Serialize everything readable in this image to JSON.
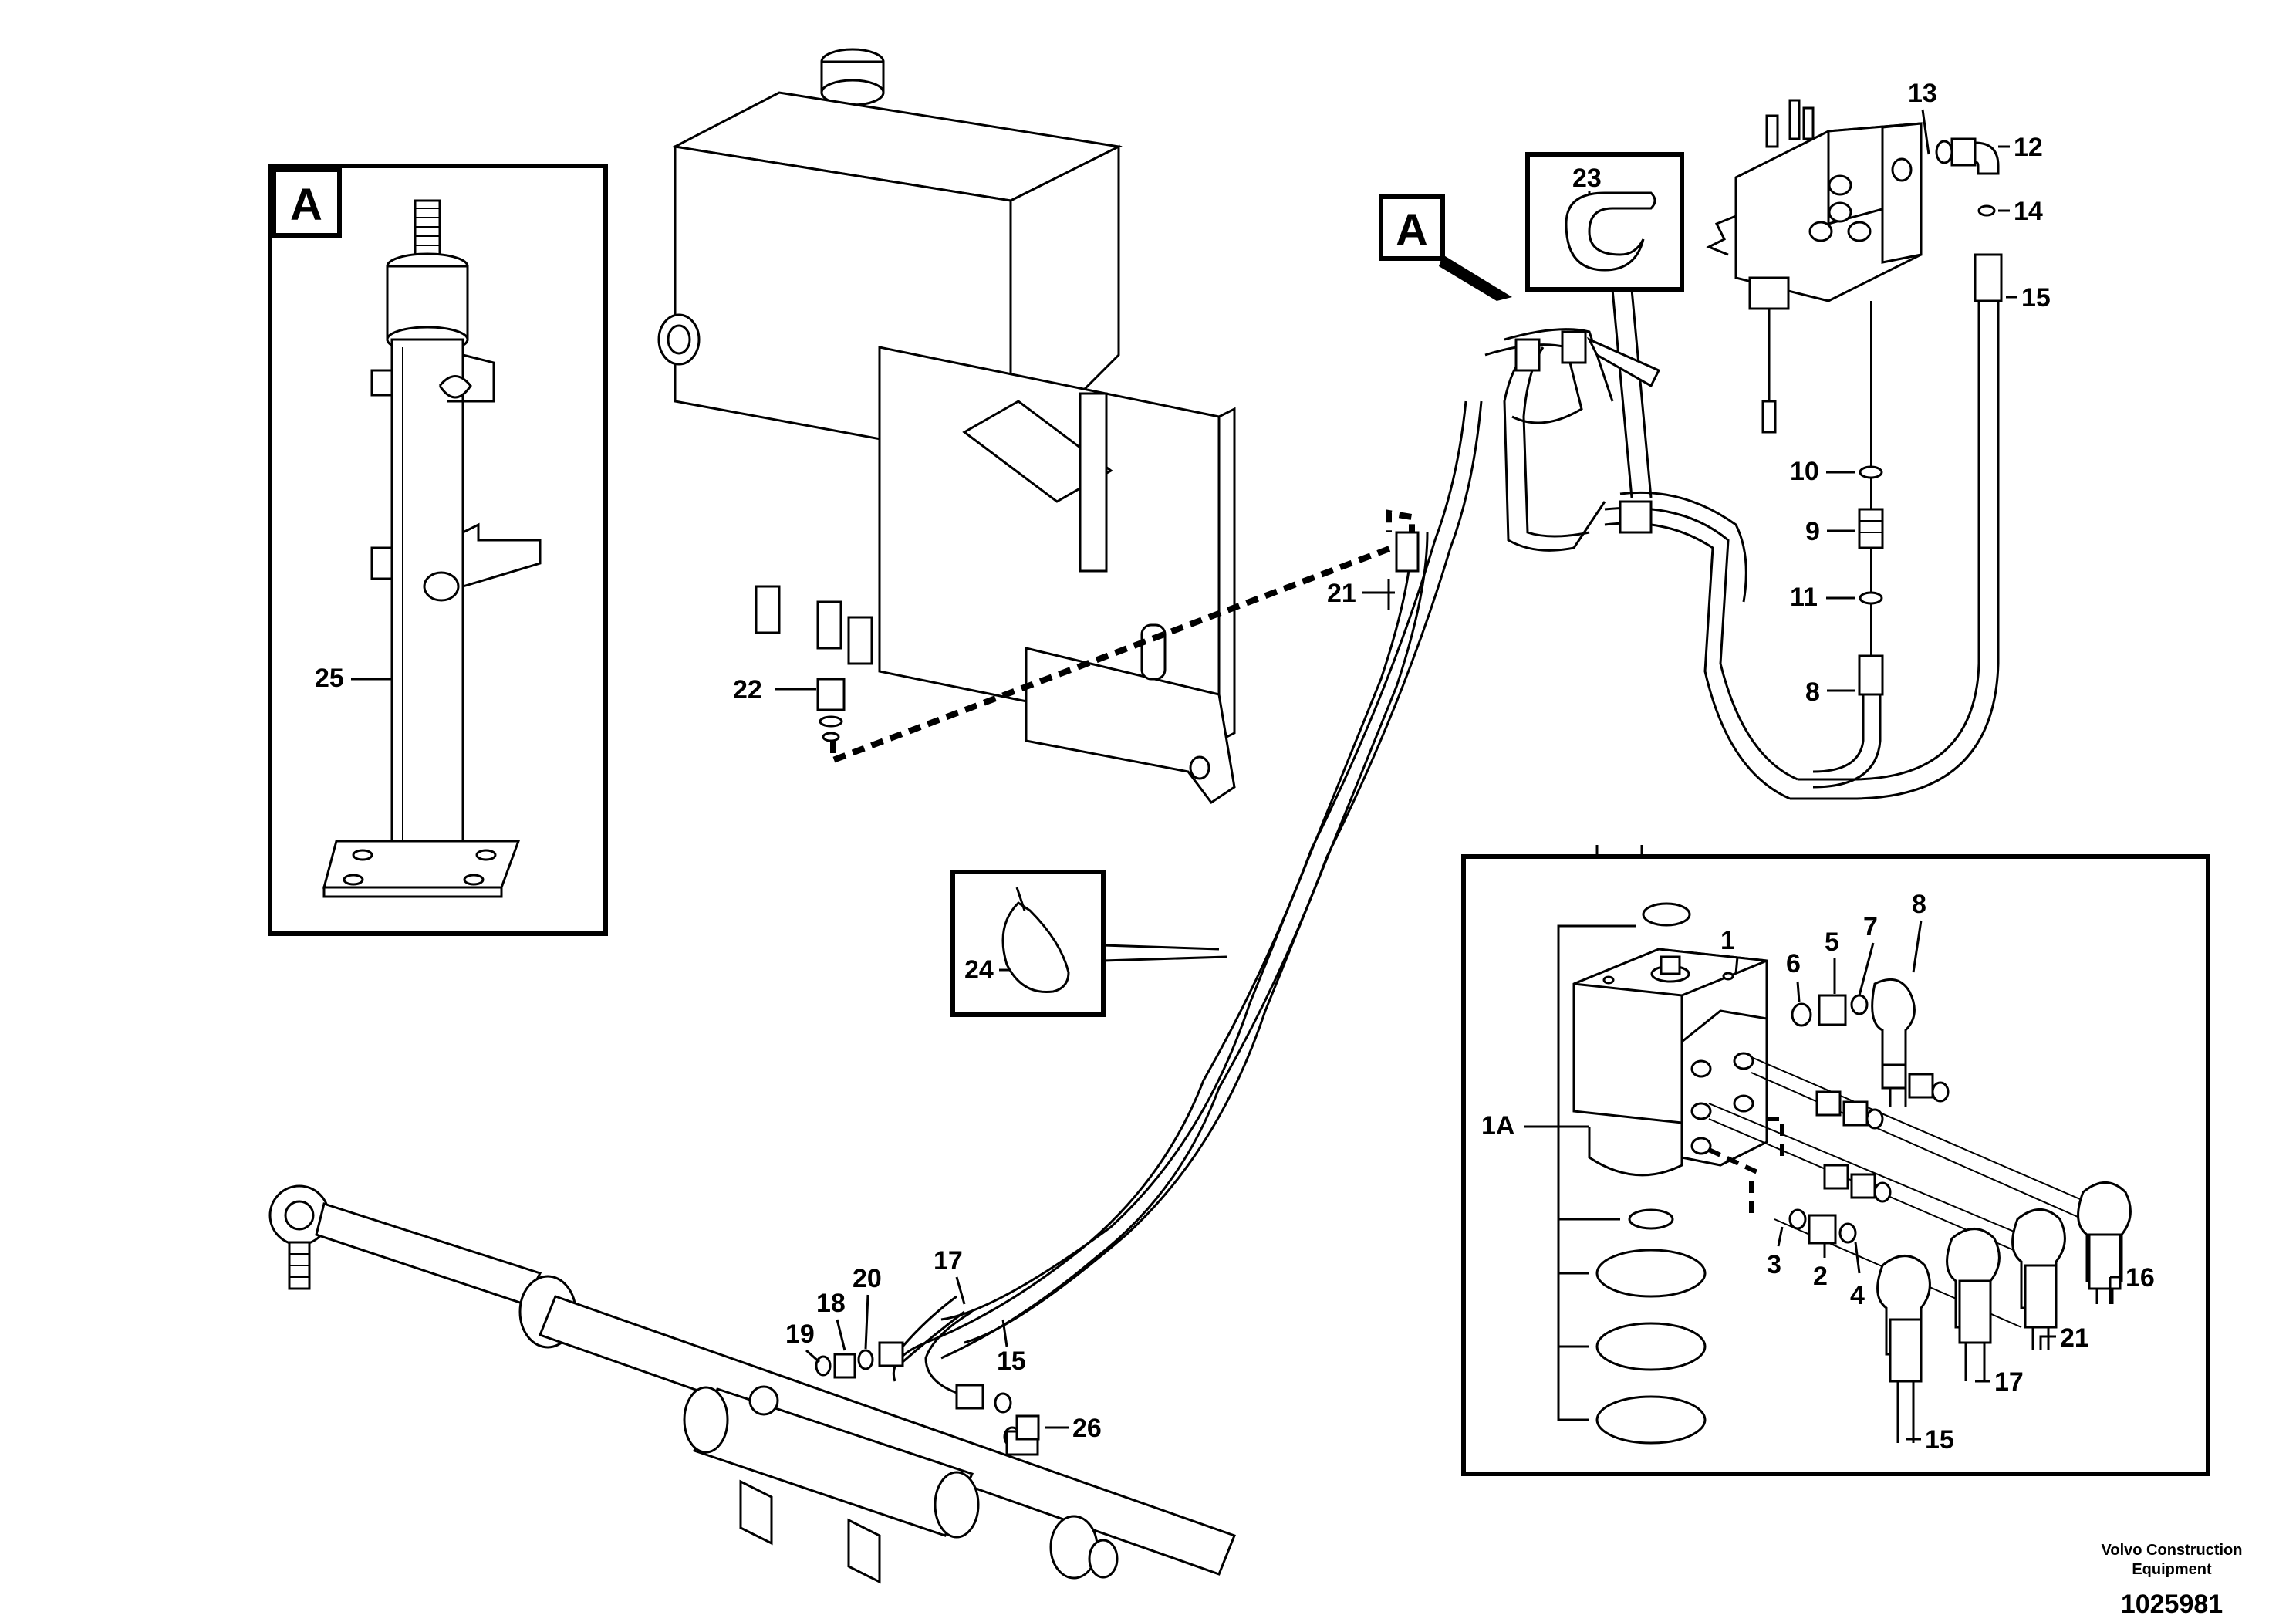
{
  "callouts": {
    "c1": "1",
    "c1A": "1A",
    "c2": "2",
    "c3": "3",
    "c4": "4",
    "c5": "5",
    "c6": "6",
    "c7": "7",
    "c8_detail": "8",
    "c8": "8",
    "c9": "9",
    "c10": "10",
    "c11": "11",
    "c12": "12",
    "c13": "13",
    "c14": "14",
    "c15_top": "15",
    "c15_mid": "15",
    "c15_detail": "15",
    "c16": "16",
    "c17_mid": "17",
    "c17_detail": "17",
    "c18": "18",
    "c19": "19",
    "c20": "20",
    "c21_mid": "21",
    "c21_detail": "21",
    "c22": "22",
    "c23": "23",
    "c24": "24",
    "c25": "25",
    "c26": "26"
  },
  "view_markers": {
    "a_detail": "A",
    "a_pointer": "A"
  },
  "footer": {
    "company_line1": "Volvo Construction",
    "company_line2": "Equipment",
    "document_number": "1025981"
  }
}
